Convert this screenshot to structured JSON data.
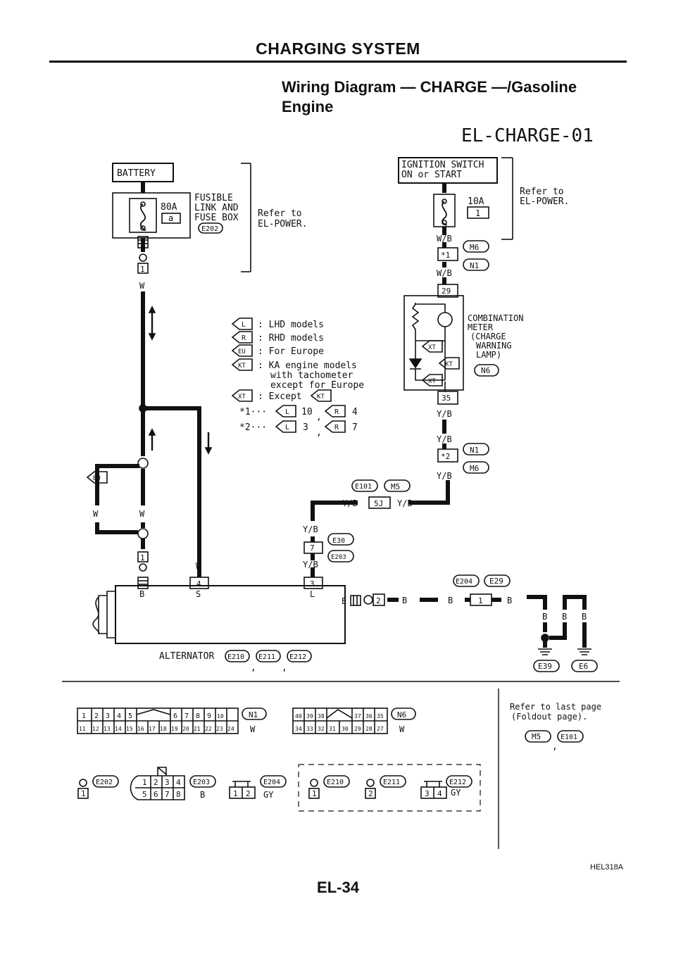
{
  "header": {
    "title": "CHARGING SYSTEM",
    "section_title_line1": "Wiring Diagram — CHARGE —/Gasoline",
    "section_title_line2": "Engine",
    "diagram_code": "EL-CHARGE-01"
  },
  "footer": {
    "figure_id": "HEL318A",
    "page_number": "EL-34"
  },
  "battery": {
    "label": "BATTERY",
    "fuse_rating": "80A",
    "fuse_id": "a",
    "fuse_box_line1": "FUSIBLE",
    "fuse_box_line2": "LINK AND",
    "fuse_box_line3": "FUSE BOX",
    "fuse_box_connector": "E202",
    "refer_line1": "Refer to",
    "refer_line2": "EL-POWER.",
    "term": "1",
    "wire": "W"
  },
  "ignition": {
    "label_line1": "IGNITION SWITCH",
    "label_line2": "ON or START",
    "fuse_rating": "10A",
    "fuse_id": "1",
    "refer_line1": "Refer to",
    "refer_line2": "EL-POWER.",
    "wire_top": "W/B",
    "conn_term": "*1",
    "conn_a": "M6",
    "conn_b": "N1",
    "wire_bottom": "W/B"
  },
  "meter": {
    "label_line1": "COMBINATION",
    "label_line2": "METER",
    "label_line3": "(CHARGE",
    "label_line4": "WARNING",
    "label_line5": "LAMP)",
    "connector": "N6",
    "term_in": "29",
    "term_out": "35",
    "tag_xt": "XT",
    "tag_kt": "KT",
    "wire_out": "Y/B"
  },
  "legend": {
    "items": [
      {
        "tag": "L",
        "desc": ": LHD models"
      },
      {
        "tag": "R",
        "desc": ": RHD models"
      },
      {
        "tag": "EU",
        "desc": ": For Europe"
      },
      {
        "tag": "KT",
        "desc": ": KA engine models"
      },
      {
        "tag": "XT",
        "desc": ": Except"
      }
    ],
    "kt_line2": "with tachometer",
    "kt_line3": "except for Europe",
    "except_ref": "KT",
    "star1": "*1···",
    "star1_l": "10",
    "star1_r": "4",
    "star2": "*2···",
    "star2_l": "3",
    "star2_r": "7",
    "tag_l": "L",
    "tag_r": "R",
    "comma": ","
  },
  "path_right": {
    "wire1": "Y/B",
    "conn_term": "*2",
    "conn_a": "N1",
    "conn_b": "M6",
    "wire2": "Y/B",
    "joint_conn_a": "E101",
    "joint_conn_b": "M5",
    "joint_term": "5J",
    "joint_wire_left": "Y/B",
    "joint_wire_right": "Y/B"
  },
  "path_l": {
    "wire1": "Y/B",
    "term": "7",
    "conn_a": "E30",
    "conn_b": "E203",
    "wire2": "Y/B",
    "alt_term": "3",
    "alt_label": "L"
  },
  "path_s": {
    "wire": "W",
    "alt_term": "4",
    "alt_label": "S"
  },
  "path_b": {
    "eu_tag": "EU",
    "wire_left": "W",
    "wire_right": "W",
    "term": "1",
    "alt_label": "B"
  },
  "ground": {
    "alt_label": "E",
    "term": "2",
    "wire1": "B",
    "wire2": "B",
    "conn_a": "E204",
    "conn_b": "E29",
    "term2": "1",
    "wire3": "B",
    "wire4": "B",
    "wire5": "B",
    "wire6": "B",
    "gnd_a": "E39",
    "gnd_b": "E6"
  },
  "alternator": {
    "label": "ALTERNATOR",
    "conn_a": "E210",
    "conn_b": "E211",
    "conn_c": "E212",
    "comma": ","
  },
  "connectors": {
    "n1": {
      "id": "N1",
      "color": "W",
      "row1": [
        "1",
        "2",
        "3",
        "4",
        "5",
        "6",
        "7",
        "8",
        "9",
        "10"
      ],
      "row2": [
        "11",
        "12",
        "13",
        "14",
        "15",
        "16",
        "17",
        "18",
        "19",
        "20",
        "21",
        "22",
        "23",
        "24"
      ]
    },
    "n6": {
      "id": "N6",
      "color": "W",
      "row1": [
        "40",
        "39",
        "38",
        "37",
        "36",
        "35"
      ],
      "row2": [
        "34",
        "33",
        "32",
        "31",
        "30",
        "29",
        "28",
        "27"
      ]
    },
    "e202": {
      "id": "E202",
      "term": "1"
    },
    "e203": {
      "id": "E203",
      "color": "B",
      "row1": [
        "1",
        "2",
        "3",
        "4"
      ],
      "row2": [
        "5",
        "6",
        "7",
        "8"
      ]
    },
    "e204": {
      "id": "E204",
      "color": "GY",
      "terms": [
        "1",
        "2"
      ]
    },
    "e210": {
      "id": "E210",
      "term": "1"
    },
    "e211": {
      "id": "E211",
      "term": "2"
    },
    "e212": {
      "id": "E212",
      "color": "GY",
      "terms": [
        "3",
        "4"
      ]
    },
    "foldout_line1": "Refer to last page",
    "foldout_line2": "(Foldout page).",
    "foldout_a": "M5",
    "foldout_b": "E101",
    "foldout_comma": ","
  }
}
